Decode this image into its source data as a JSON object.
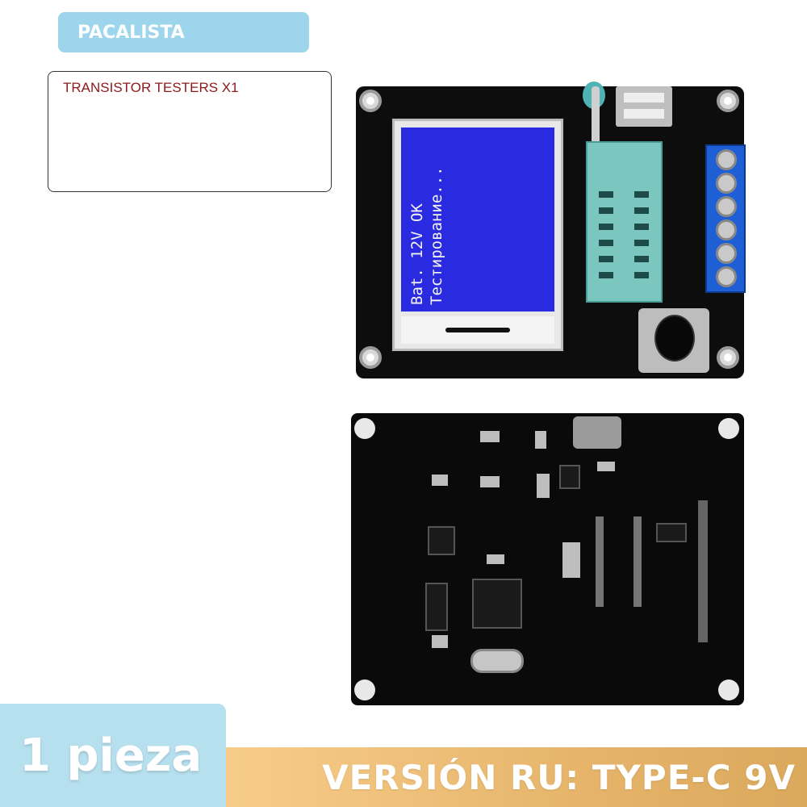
{
  "header": {
    "title": "PACALISTA"
  },
  "packing_list": {
    "items": [
      "TRANSISTOR TESTERS X1"
    ]
  },
  "lcd": {
    "line1": "Bat. 12V OK",
    "line2": "Тестирование..."
  },
  "badge": {
    "quantity": "1 pieza"
  },
  "banner": {
    "version": "VERSIÓN RU: TYPE-C 9V"
  },
  "colors": {
    "header_bg": "#9dd6ec",
    "item_text": "#8b1a1a",
    "lcd_bg": "#2a2ae0",
    "badge_bg": "#b7e0ef",
    "banner_bg": "#e6b56b"
  },
  "icons": [
    "pcb-front-image",
    "pcb-back-image"
  ]
}
